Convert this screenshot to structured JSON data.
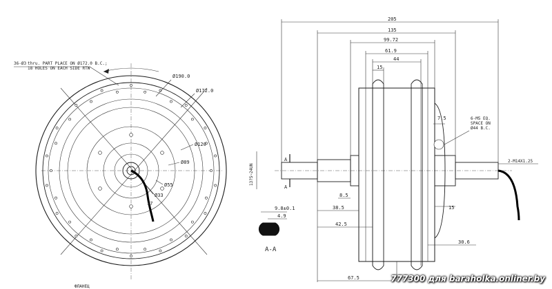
{
  "front_view": {
    "note_ref": "36-Ø3",
    "note_line1": "thru. PART PLACE ON Ø172.0 B.C.;",
    "note_line2": "18 HOLES ON EACH SIDE RTW",
    "circles": [
      {
        "label": "Ø190.0"
      },
      {
        "label": "Ø172.0"
      },
      {
        "label": "Ø120"
      },
      {
        "label": "Ø89"
      },
      {
        "label": "Ø55"
      },
      {
        "label": "Ø33"
      },
      {
        "label": "17"
      }
    ],
    "bottom_text": "ФЛАНЕЦ"
  },
  "side_view": {
    "dims": {
      "overall": "205",
      "d135": "135",
      "d99": "99.72",
      "d61": "61.9",
      "d44": "44",
      "d15_top": "15",
      "d7_5": "7.5",
      "d8_5": "8.5",
      "d38_5": "38.5",
      "d42_5": "42.5",
      "d15_bottom": "15",
      "d30_6": "30.6",
      "d67_5": "67.5"
    },
    "screw_note_line1": "6-M5 EQ.",
    "screw_note_line2": "SPACE ON",
    "screw_note_line3": "Ø44 B.C.",
    "thread_label": "2-M14X1.25",
    "voltage_label": "13?5~24UN",
    "section_mark": "A"
  },
  "section_aa": {
    "width_label": "9.8±0.1",
    "flat_label": "4.9",
    "title": "A-A"
  },
  "watermark": "777300 для baraholka.onliner.by"
}
